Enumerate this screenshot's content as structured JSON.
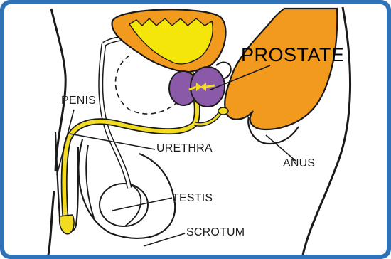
{
  "diagram": {
    "labels": {
      "prostate": "PROSTATE",
      "penis": "PENIS",
      "urethra": "URETHRA",
      "anus": "ANUS",
      "testis": "TESTIS",
      "scrotum": "SCROTUM"
    },
    "colors": {
      "frame": "#2f72b8",
      "bladder": "#f29a1e",
      "bladder_inner": "#f5e60a",
      "prostate": "#8a5aa8",
      "urethra": "#f1dc21",
      "rectum": "#f29a1e",
      "outline": "#1a1a1a"
    }
  }
}
